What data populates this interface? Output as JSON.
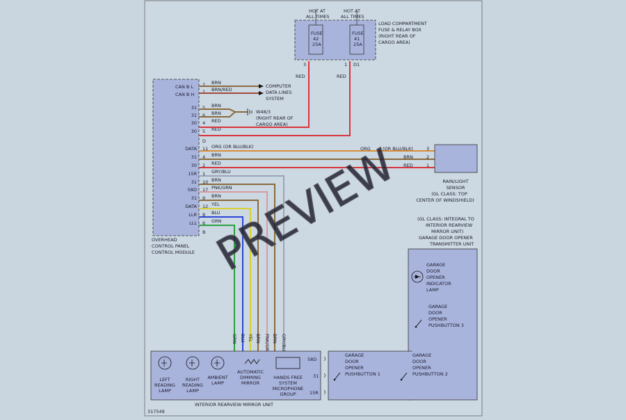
{
  "fuse_header": {
    "hot1": [
      "HOT AT",
      "ALL TIMES"
    ],
    "hot2": [
      "HOT AT",
      "ALL TIMES"
    ],
    "fuse42": [
      "FUSE",
      "42",
      "25A"
    ],
    "fuse41": [
      "FUSE",
      "41",
      "25A"
    ],
    "box_label": [
      "LOAD COMPARTMENT",
      "FUSE & RELAY BOX",
      "(RIGHT REAR OF",
      "CARGO AREA)"
    ],
    "pin_left": "3",
    "pin_right": "1",
    "pin_d": "D1",
    "wire_left": "RED",
    "wire_right": "RED"
  },
  "module": {
    "label": [
      "OVERHEAD",
      "CONTROL PANEL",
      "CONTROL MODULE"
    ],
    "can_l": "CAN B L",
    "can_h": "CAN B H",
    "pins": [
      {
        "name": "",
        "num": "2",
        "wire": "BRN"
      },
      {
        "name": "",
        "num": "1",
        "wire": "BRN/RED"
      },
      {
        "name": "31",
        "num": "5",
        "wire": "BRN"
      },
      {
        "name": "31",
        "num": "6",
        "wire": "BRN"
      },
      {
        "name": "30",
        "num": "4",
        "wire": "RED"
      },
      {
        "name": "30",
        "num": "5",
        "wire": "RED"
      },
      {
        "name": "",
        "num": "D",
        "wire": ""
      },
      {
        "name": "DATA",
        "num": "11",
        "wire": "ORG  (OR BLU/BLK)"
      },
      {
        "name": "31",
        "num": "4",
        "wire": "BRN"
      },
      {
        "name": "30",
        "num": "2",
        "wire": "RED"
      },
      {
        "name": "15R",
        "num": "1",
        "wire": "GRY/BLU"
      },
      {
        "name": "31",
        "num": "10",
        "wire": "BRN"
      },
      {
        "name": "58D",
        "num": "17",
        "wire": "PNK/GRN"
      },
      {
        "name": "31",
        "num": "9",
        "wire": "BRN"
      },
      {
        "name": "DATA",
        "num": "12",
        "wire": "YEL"
      },
      {
        "name": "LLR",
        "num": "8",
        "wire": "BLU"
      },
      {
        "name": "LLL",
        "num": "6",
        "wire": "GRN"
      },
      {
        "name": "",
        "num": "B",
        "wire": ""
      }
    ]
  },
  "computer": [
    "COMPUTER",
    "DATA LINES",
    "SYSTEM"
  ],
  "ground": [
    "W48/3",
    "(RIGHT REAR OF",
    "CARGO AREA)"
  ],
  "sensor": {
    "label": [
      "RAIN/LIGHT",
      "SENSOR",
      "(GL CLASS: TOP",
      "CENTER OF WINDSHIELD)"
    ],
    "wire1": "ORG",
    "wire1_alt": "(OR BLU/BLK)",
    "wire2": "BRN",
    "wire3": "RED",
    "pins": [
      "3",
      "2",
      "1"
    ]
  },
  "gdo": {
    "note": [
      "(GL CLASS: INTEGRAL TO",
      "INTERIOR REARVIEW",
      "MIRROR UNIT)",
      "GARAGE DOOR OPENER",
      "TRANSMITTER UNIT"
    ],
    "lamp": [
      "GARAGE",
      "DOOR",
      "OPENER",
      "INDICATOR",
      "LAMP"
    ],
    "pb3": [
      "GARAGE",
      "DOOR",
      "OPENER",
      "PUSHBUTTON 3"
    ],
    "pb1": [
      "GARAGE",
      "DOOR",
      "OPENER",
      "PUSHBUTTON 1"
    ],
    "pb2": [
      "GARAGE",
      "DOOR",
      "OPENER",
      "PUSHBUTTON 2"
    ]
  },
  "mirror": {
    "label": "INTERIOR REARVIEW MIRROR UNIT",
    "left": [
      "LEFT",
      "READING",
      "LAMP"
    ],
    "right": [
      "RIGHT",
      "READING",
      "LAMP"
    ],
    "ambient": [
      "AMBIENT",
      "LAMP"
    ],
    "dimming": [
      "AUTOMATIC",
      "DIMMING",
      "MIRROR"
    ],
    "handsfree": [
      "HANDS FREE",
      "SYSTEM",
      "MICROPHONE",
      "GROUP"
    ],
    "pins": [
      "58D",
      "31",
      "15R"
    ],
    "vwires": [
      "GRN",
      "BLU",
      "YEL",
      "BRN",
      "PNK/GRN",
      "BRN",
      "GRY/BLU"
    ]
  },
  "figure_id": "317549",
  "watermark": "PREVIEW",
  "colors": {
    "red": "#d8343c",
    "brn": "#8a6a3c",
    "org": "#d98c3a",
    "gry": "#9aa4b8",
    "pnk": "#d99aa0",
    "yel": "#d8d030",
    "blu": "#2a45d8",
    "grn": "#2aa040",
    "brnred": "#a04a3a"
  }
}
